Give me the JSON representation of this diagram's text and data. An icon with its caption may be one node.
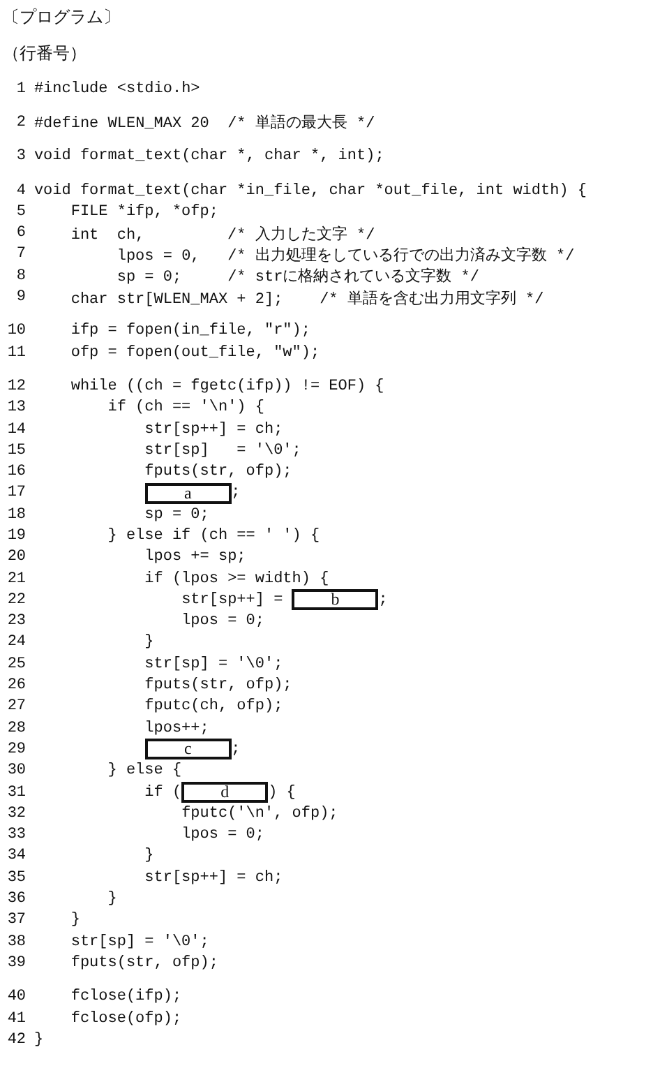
{
  "diagram": {
    "title": "〔プログラム〕",
    "nodes": [
      {
        "text": [
          "a"
        ]
      },
      {
        "text": [
          "b"
        ]
      },
      {
        "text": [
          "c"
        ]
      },
      {
        "text": [
          "d"
        ]
      }
    ],
    "labels": [
      "（行番号）",
      "1",
      "#include <stdio.h>",
      "2",
      "#define WLEN_MAX 20  /* 単語の最大長 */",
      "3",
      "void format_text(char *, char *, int);",
      "4",
      "void format_text(char *in_file, char *out_file, int width) {",
      "5",
      "FILE *ifp, *ofp;",
      "6",
      "int  ch,         /* 入力した文字 */",
      "7",
      "lpos = 0,   /* 出力処理をしている行での出力済み文字数 */",
      "8",
      "sp = 0;     /* strに格納されている文字数 */",
      "9",
      "char str[WLEN_MAX + 2];    /* 単語を含む出力用文字列 */",
      "10",
      "ifp = fopen(in_file, \"r\");",
      "11",
      "ofp = fopen(out_file, \"w\");",
      "12",
      "while ((ch = fgetc(ifp)) != EOF) {",
      "13",
      "if (ch == '\\n') {",
      "14",
      "str[sp++] = ch;",
      "15",
      "str[sp]   = '\\0';",
      "16",
      "fputs(str, ofp);",
      "17",
      ";",
      "18",
      "sp = 0;",
      "19",
      "} else if (ch == ' ') {",
      "20",
      "lpos += sp;",
      "21",
      "if (lpos >= width) {",
      "22",
      "str[sp++] =",
      ";",
      "23",
      "lpos = 0;",
      "24",
      "}",
      "25",
      "str[sp] = '\\0';",
      "26",
      "fputs(str, ofp);",
      "27",
      "fputc(ch, ofp);",
      "28",
      "lpos++;",
      "29",
      ";",
      "30",
      "} else {",
      "31",
      "if (",
      ") {",
      "32",
      "fputc('\\n', ofp);",
      "33",
      "lpos = 0;",
      "34",
      "}",
      "35",
      "str[sp++] = ch;",
      "36",
      "}",
      "37",
      "}",
      "38",
      "str[sp] = '\\0';",
      "39",
      "fputs(str, ofp);",
      "40",
      "fclose(ifp);",
      "41",
      "fclose(ofp);",
      "42",
      "}"
    ]
  }
}
